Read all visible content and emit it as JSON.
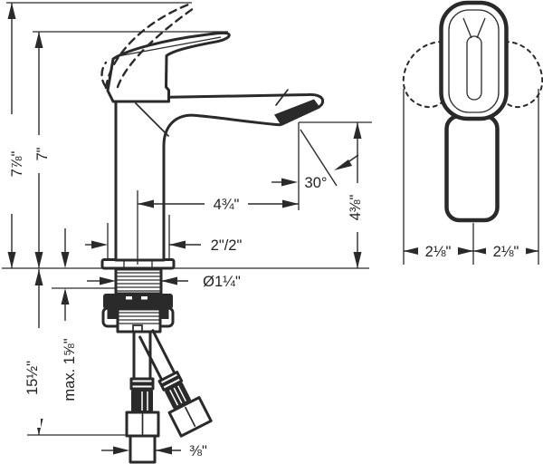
{
  "drawing": {
    "type": "installation dimension drawing",
    "subject": "single-hole bathroom faucet, side and front views",
    "side_view": {
      "overall_height_handle_raised": "7⅞\"",
      "height_to_handle": "7\"",
      "spout_reach": "4¾\"",
      "aerator_angle": "30°",
      "spout_height": "4⅜\"",
      "base_depth": "2\"/2\"",
      "shank_diameter": "Ø1¼\"",
      "supply_hose_length": "15½\"",
      "max_deck_thickness": "max. 1⅝\"",
      "supply_connection": "⅜\""
    },
    "front_view": {
      "clearance_left": "2⅛\"",
      "clearance_right": "2⅛\""
    }
  }
}
